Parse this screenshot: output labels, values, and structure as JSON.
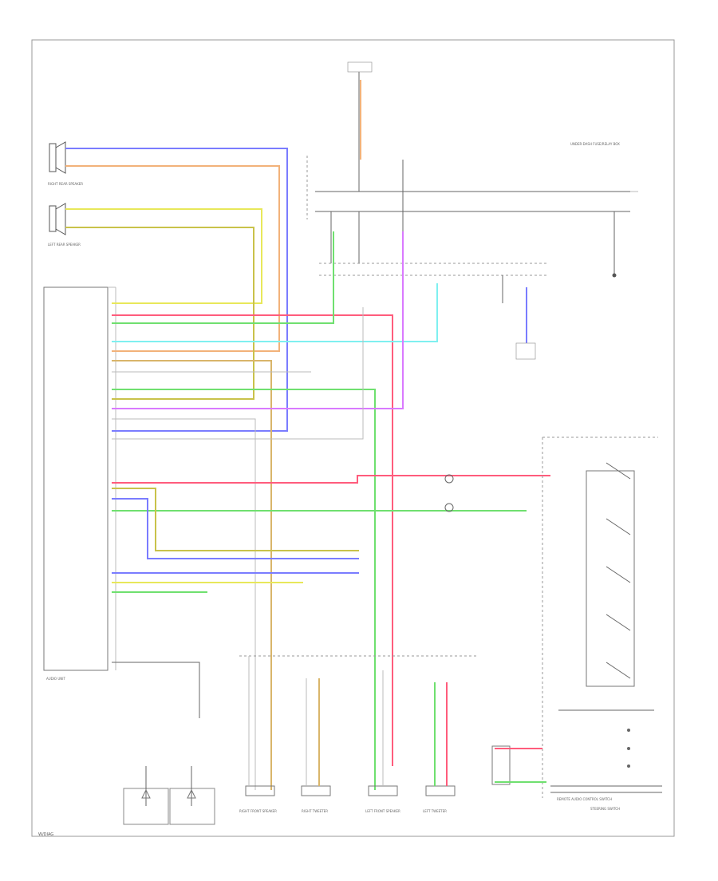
{
  "footer_code": "W/DIAG",
  "components": {
    "right_rear_speaker": "RIGHT REAR SPEAKER",
    "left_rear_speaker": "LEFT REAR SPEAKER",
    "audio_unit": "AUDIO UNIT",
    "front_passenger_speaker": "RIGHT FRONT SPEAKER",
    "right_tweeter": "RIGHT TWEETER",
    "driver_speaker": "LEFT FRONT SPEAKER",
    "left_tweeter": "LEFT TWEETER",
    "steering_switch": "STEERING SWITCH",
    "under_dash_fuse": "UNDER-DASH FUSE/RELAY BOX",
    "remote_audio": "REMOTE AUDIO CONTROL SWITCH"
  },
  "wire_colors": {
    "blue": "#7a7cff",
    "orange": "#f2b27a",
    "yellow": "#e8e85a",
    "olive": "#c9c24a",
    "red": "#ff5c7c",
    "green": "#6fe06f",
    "cyan": "#7ff0f0",
    "purple": "#d97aff",
    "tan": "#d9b56a",
    "gray": "#bbbbbb"
  }
}
